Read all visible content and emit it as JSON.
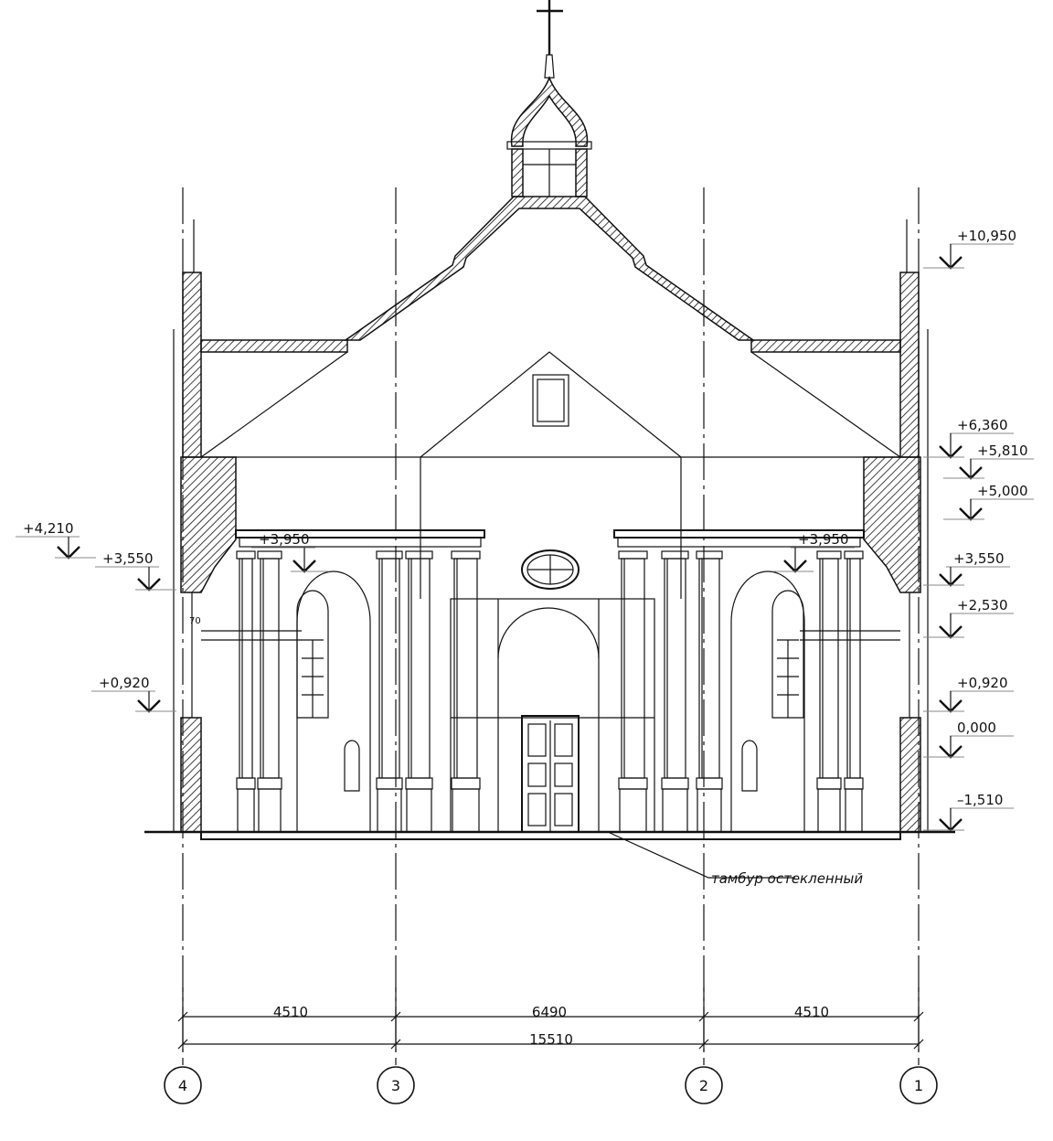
{
  "elevations_right": [
    "+10,950",
    "+6,360",
    "+5,810",
    "+5,000",
    "+3,550",
    "+2,530",
    "+0,920",
    "0,000",
    "–1,510"
  ],
  "elevations_left": [
    "+4,210",
    "+3,550",
    "+0,920"
  ],
  "elevations_inner": [
    "+3,950",
    "+3,950"
  ],
  "small_dimension": "70",
  "annotation": "тамбур остекленный",
  "dimensions": {
    "spans": [
      "4510",
      "6490",
      "4510"
    ],
    "total": "15510"
  },
  "axes": [
    "4",
    "3",
    "2",
    "1"
  ]
}
